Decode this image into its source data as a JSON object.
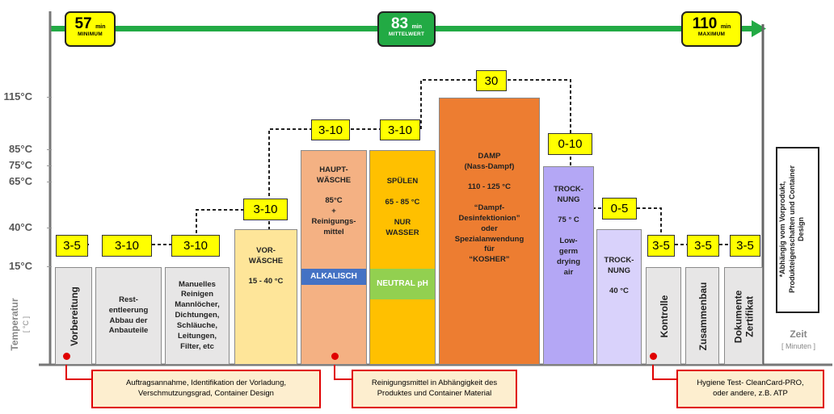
{
  "timeline": {
    "min": {
      "value": "57",
      "unit": "min",
      "label": "MINIMUM"
    },
    "mid": {
      "value": "83",
      "unit": "min",
      "label": "MITTELWERT"
    },
    "max": {
      "value": "110",
      "unit": "min",
      "label": "MAXIMUM"
    }
  },
  "axis": {
    "ylabel": "Temperatur",
    "yunit": "[ °C ]",
    "xlabel": "Zeit",
    "xunit": "[ Minuten ]",
    "temps": [
      {
        "label": "115°C",
        "value": 115
      },
      {
        "label": "85°C",
        "value": 85
      },
      {
        "label": "75°C",
        "value": 75
      },
      {
        "label": "65°C",
        "value": 65
      },
      {
        "label": "40°C",
        "value": 40
      },
      {
        "label": "15°C",
        "value": 15
      }
    ]
  },
  "steps": {
    "vorbereitung": "Vorbereitung",
    "restentleerung": "Rest-\nentleerung\nAbbau der\nAnbauteile",
    "manuelles": "Manuelles\nReinigen\nMannlöcher,\nDichtungen,\nSchläuche,\nLeitungen,\nFilter, etc",
    "vorwaesche": "VOR-\nWÄSCHE\n\n15 - 40 °C",
    "hauptwaesche": "HAUPT-\nWÄSCHE\n\n85°C\n+\nReinigungs-\nmittel",
    "alkalisch": "ALKALISCH",
    "spuelen": "SPÜLEN\n\n65 - 85 °C\n\nNUR\nWASSER",
    "neutral": "NEUTRAL\npH",
    "dampf": "DAMP\n(Nass-Dampf)\n\n110 - 125 °C\n\n“Dampf-\nDesinfektionion”\noder\nSpezialanwendung\nfür\n“KOSHER”",
    "trocknung1": "TROCK-\nNUNG\n\n75 ° C\n\nLow-\ngerm\ndrying\nair",
    "trocknung2": "TROCK-\nNUNG\n\n40 °C",
    "kontrolle": "Kontrolle",
    "zusammenbau": "Zusammenbau",
    "dokumente": "Dokumente\nZertifikat"
  },
  "durations": {
    "d1": "3-5",
    "d2": "3-10",
    "d3": "3-10",
    "d4": "3-10",
    "d5": "3-10",
    "d6": "3-10",
    "d7": "30",
    "d8": "0-10",
    "d9": "0-5",
    "d10": "3-5",
    "d11": "3-5",
    "d12": "3-5"
  },
  "notes": {
    "n1": "Auftragsannahme, Identifikation der Vorladung,\nVerschmutzungsgrad, Container Design",
    "n2": "Reinigungsmittel in Abhängigkeit des\nProduktes und Container Material",
    "n3": "Hygiene Test- CleanCard-PRO,\noder andere, z.B. ATP"
  },
  "side_note": "*Abhängig vom Vorprodukt,\nProdukteigenschaften und Container\nDesign",
  "colors": {
    "arrow": "#22aa44",
    "gray_bar": "#e7e6e6",
    "vorwaesche": "#fee599",
    "hauptwaesche": "#f4b183",
    "spuelen": "#ffc000",
    "dampf": "#ed7d31",
    "trocknung1": "#b4a7f5",
    "trocknung2": "#d9d2fb",
    "alkalisch": "#4472c4",
    "neutral": "#92d050"
  }
}
